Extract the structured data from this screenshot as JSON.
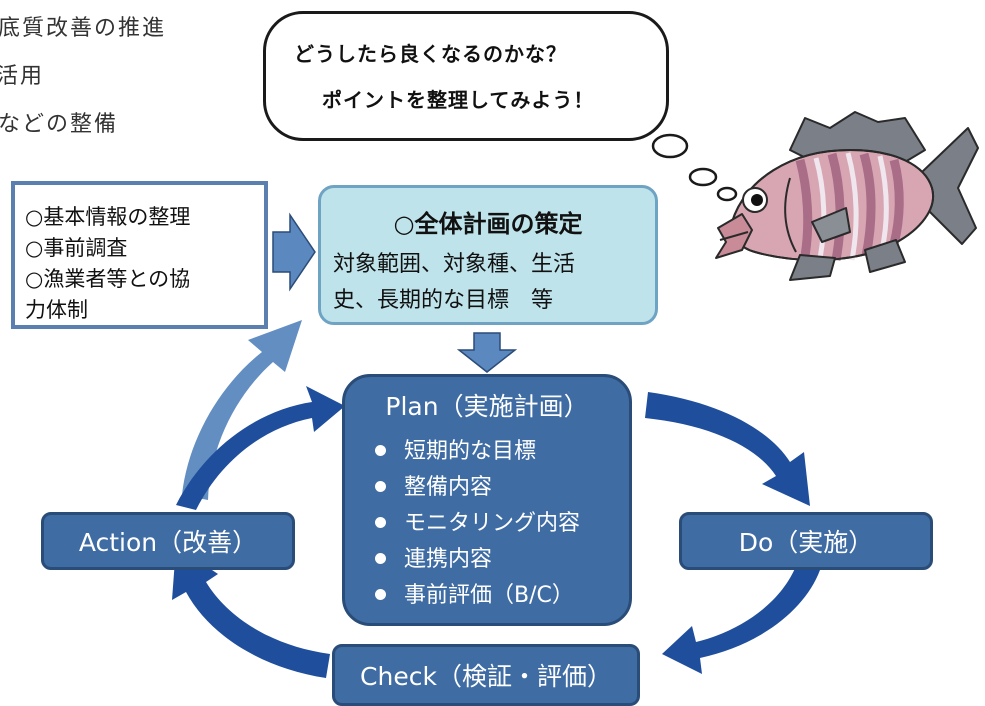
{
  "partial_text": {
    "line1": "底質改善の推進",
    "line2": "活用",
    "line3": "などの整備"
  },
  "thought_bubble": {
    "line1": "どうしたら良くなるのかな？",
    "line2": "ポイントを整理してみよう！"
  },
  "info_box": {
    "lines": [
      "○基本情報の整理",
      "○事前調査",
      "○漁業者等との協",
      "力体制"
    ]
  },
  "overall_plan": {
    "title": "○全体計画の策定",
    "line1": "対象範囲、対象種、生活",
    "line2": "史、長期的な目標　等"
  },
  "plan": {
    "title": "Plan（実施計画）",
    "items": [
      "短期的な目標",
      "整備内容",
      "モニタリング内容",
      "連携内容",
      "事前評価（B/C）"
    ]
  },
  "do": {
    "label": "Do（実施）"
  },
  "check": {
    "label": "Check（検証・評価）"
  },
  "action": {
    "label": "Action（改善）"
  },
  "colors": {
    "box_blue": "#3f6ca3",
    "arrow_dark": "#1f4e9c",
    "arrow_light": "#5b88bf",
    "overall_fill": "#bfe3ea"
  }
}
